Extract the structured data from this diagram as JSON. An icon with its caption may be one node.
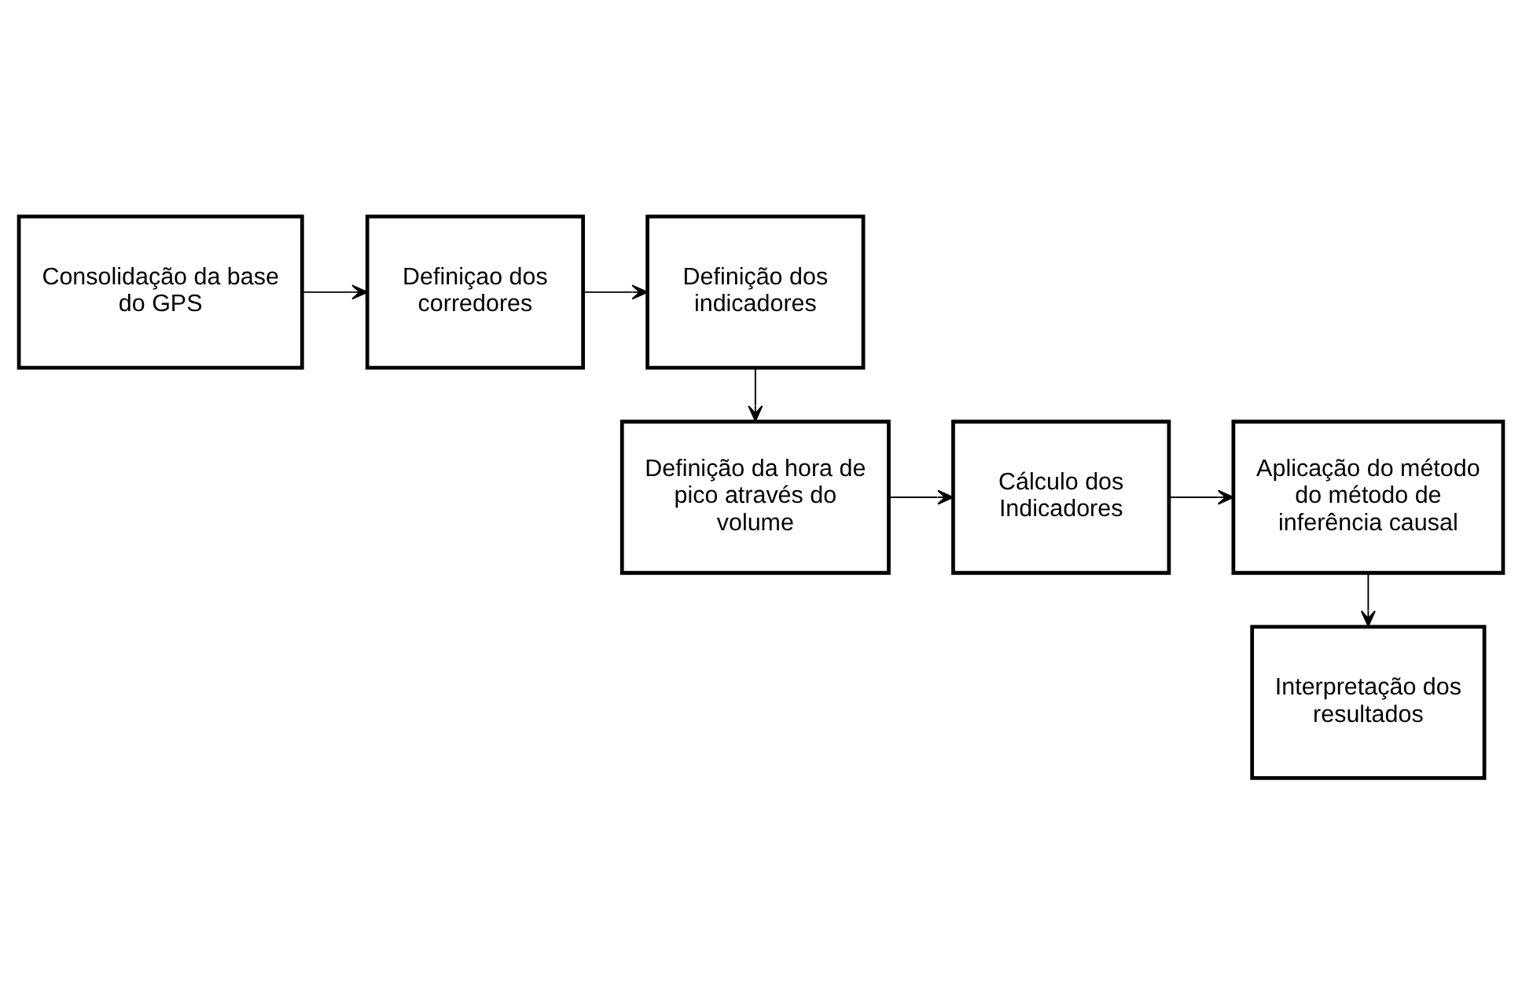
{
  "diagram": {
    "nodes": [
      {
        "text": [
          "Consolidação da base do GPS"
        ]
      },
      {
        "text": [
          "Definiçao dos corredores"
        ]
      },
      {
        "text": [
          "Definição dos indicadores"
        ]
      },
      {
        "text": [
          "Definição da hora de pico através do volume"
        ]
      },
      {
        "text": [
          "Cálculo dos Indicadores"
        ]
      },
      {
        "text": [
          "Aplicação do método do método de inferência causal"
        ]
      },
      {
        "text": [
          "Interpretação dos resultados"
        ]
      }
    ],
    "edges": [
      {
        "from": 0,
        "to": 1,
        "arrow": "to"
      },
      {
        "from": 1,
        "to": 2,
        "arrow": "to"
      },
      {
        "from": 2,
        "to": 3,
        "arrow": "to"
      },
      {
        "from": 3,
        "to": 4,
        "arrow": "to"
      },
      {
        "from": 4,
        "to": 5,
        "arrow": "to"
      },
      {
        "from": 5,
        "to": 6,
        "arrow": "to"
      }
    ]
  }
}
